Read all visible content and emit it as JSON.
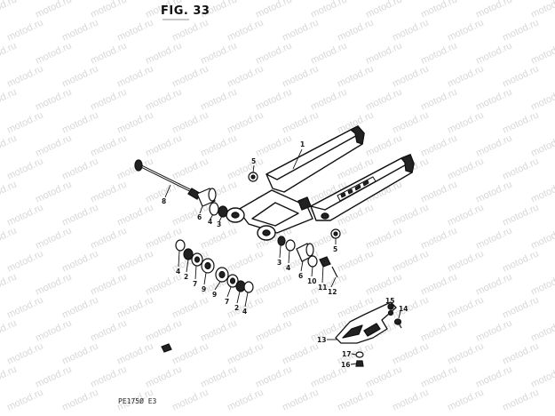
{
  "figure": {
    "title": "FIG. 33",
    "code": "PE175Ø E3"
  },
  "watermark": {
    "text": "motod.ru",
    "color": "#d8d8d8"
  },
  "callouts": [
    {
      "id": "c1",
      "label": "1"
    },
    {
      "id": "c5a",
      "label": "5"
    },
    {
      "id": "c8",
      "label": "8"
    },
    {
      "id": "c6a",
      "label": "6"
    },
    {
      "id": "c4a",
      "label": "4"
    },
    {
      "id": "c3a",
      "label": "3"
    },
    {
      "id": "c5b",
      "label": "5"
    },
    {
      "id": "c3b",
      "label": "3"
    },
    {
      "id": "c4b",
      "label": "4"
    },
    {
      "id": "c6b",
      "label": "6"
    },
    {
      "id": "c10",
      "label": "10"
    },
    {
      "id": "c11",
      "label": "11"
    },
    {
      "id": "c12",
      "label": "12"
    },
    {
      "id": "c4c",
      "label": "4"
    },
    {
      "id": "c2a",
      "label": "2"
    },
    {
      "id": "c7a",
      "label": "7"
    },
    {
      "id": "c9a",
      "label": "9"
    },
    {
      "id": "c9b",
      "label": "9"
    },
    {
      "id": "c7b",
      "label": "7"
    },
    {
      "id": "c2b",
      "label": "2"
    },
    {
      "id": "c4d",
      "label": "4"
    },
    {
      "id": "c15",
      "label": "15"
    },
    {
      "id": "c14",
      "label": "14"
    },
    {
      "id": "c13",
      "label": "13"
    },
    {
      "id": "c17",
      "label": "17"
    },
    {
      "id": "c16",
      "label": "16"
    }
  ]
}
